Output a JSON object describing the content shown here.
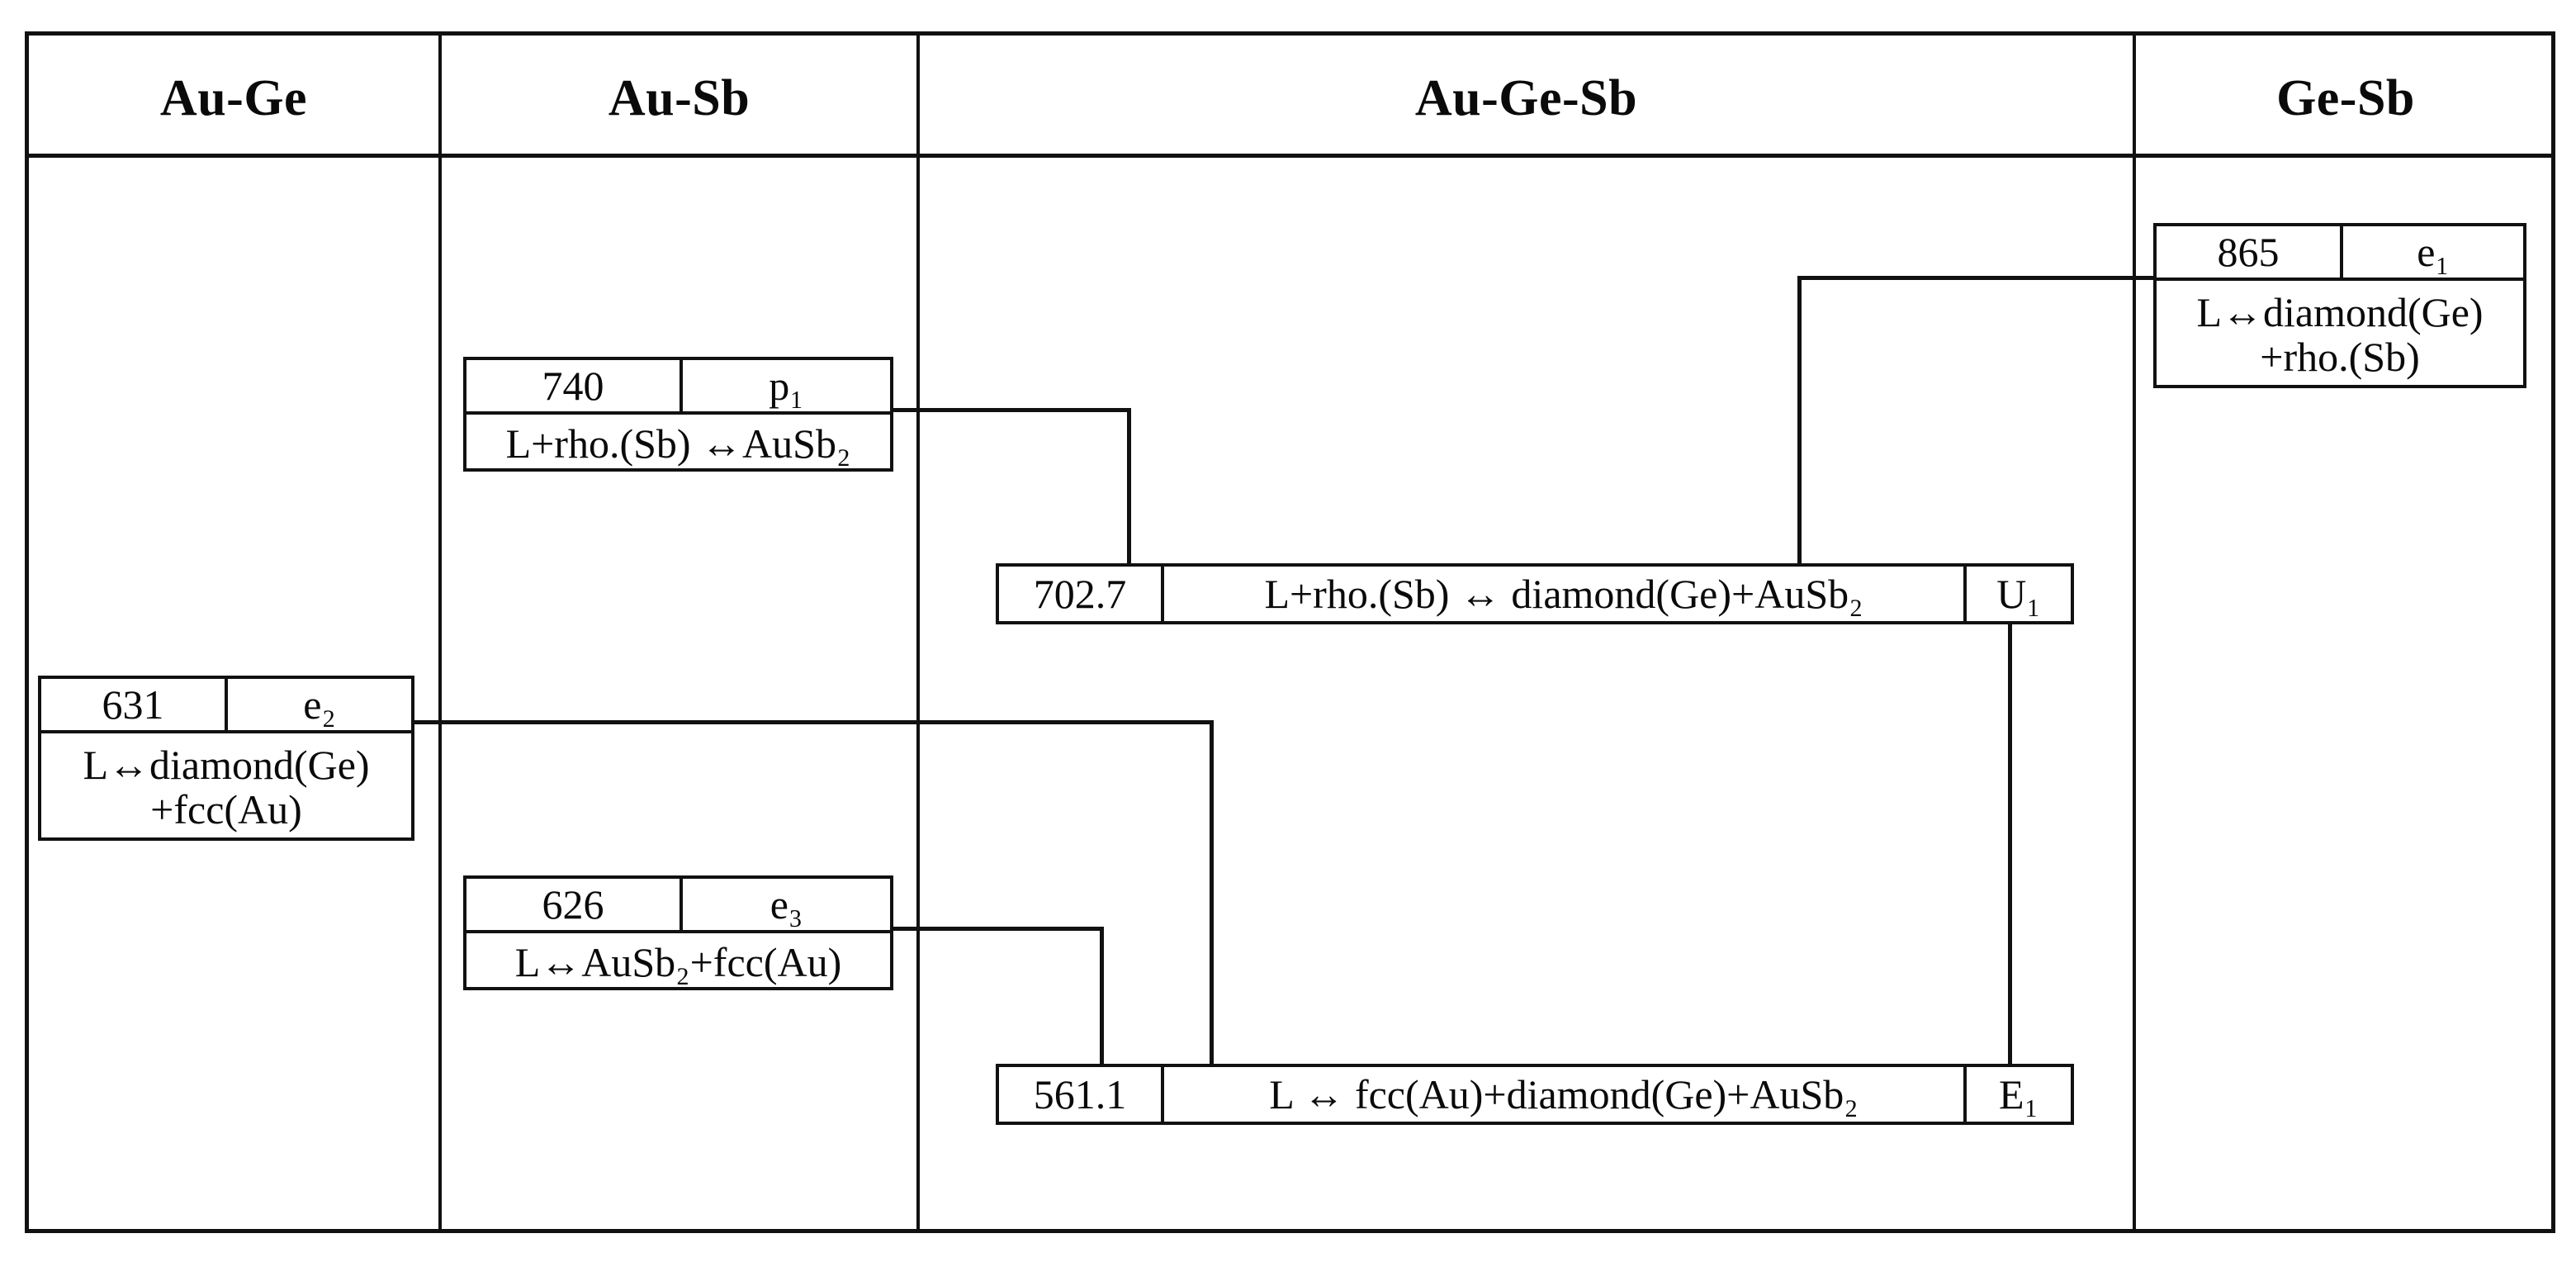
{
  "columns": [
    {
      "id": "au-ge",
      "title": "Au-Ge"
    },
    {
      "id": "au-sb",
      "title": "Au-Sb"
    },
    {
      "id": "au-ge-sb",
      "title": "Au-Ge-Sb"
    },
    {
      "id": "ge-sb",
      "title": "Ge-Sb"
    }
  ],
  "reactions": {
    "e1": {
      "temperature": "865",
      "label": "e₁",
      "reaction": "L↔diamond(Ge)\n+rho.(Sb)",
      "system": "Ge-Sb",
      "type": "binary-eutectic"
    },
    "p1": {
      "temperature": "740",
      "label": "p₁",
      "reaction": "L+rho.(Sb) ↔AuSb₂",
      "system": "Au-Sb",
      "type": "binary-peritectic"
    },
    "u1": {
      "temperature": "702.7",
      "label": "U₁",
      "reaction": "L+rho.(Sb) ↔ diamond(Ge)+AuSb₂",
      "system": "Au-Ge-Sb",
      "type": "ternary-transition"
    },
    "e2": {
      "temperature": "631",
      "label": "e₂",
      "reaction": "L↔diamond(Ge)\n+fcc(Au)",
      "system": "Au-Ge",
      "type": "binary-eutectic"
    },
    "e3": {
      "temperature": "626",
      "label": "e₃",
      "reaction": "L↔AuSb₂+fcc(Au)",
      "system": "Au-Sb",
      "type": "binary-eutectic"
    },
    "E1": {
      "temperature": "561.1",
      "label": "E₁",
      "reaction": "L ↔  fcc(Au)+diamond(Ge)+AuSb₂",
      "system": "Au-Ge-Sb",
      "type": "ternary-eutectic"
    }
  },
  "colors": {
    "line": "#111111",
    "background": "#ffffff",
    "text": "#0a0a0a"
  }
}
